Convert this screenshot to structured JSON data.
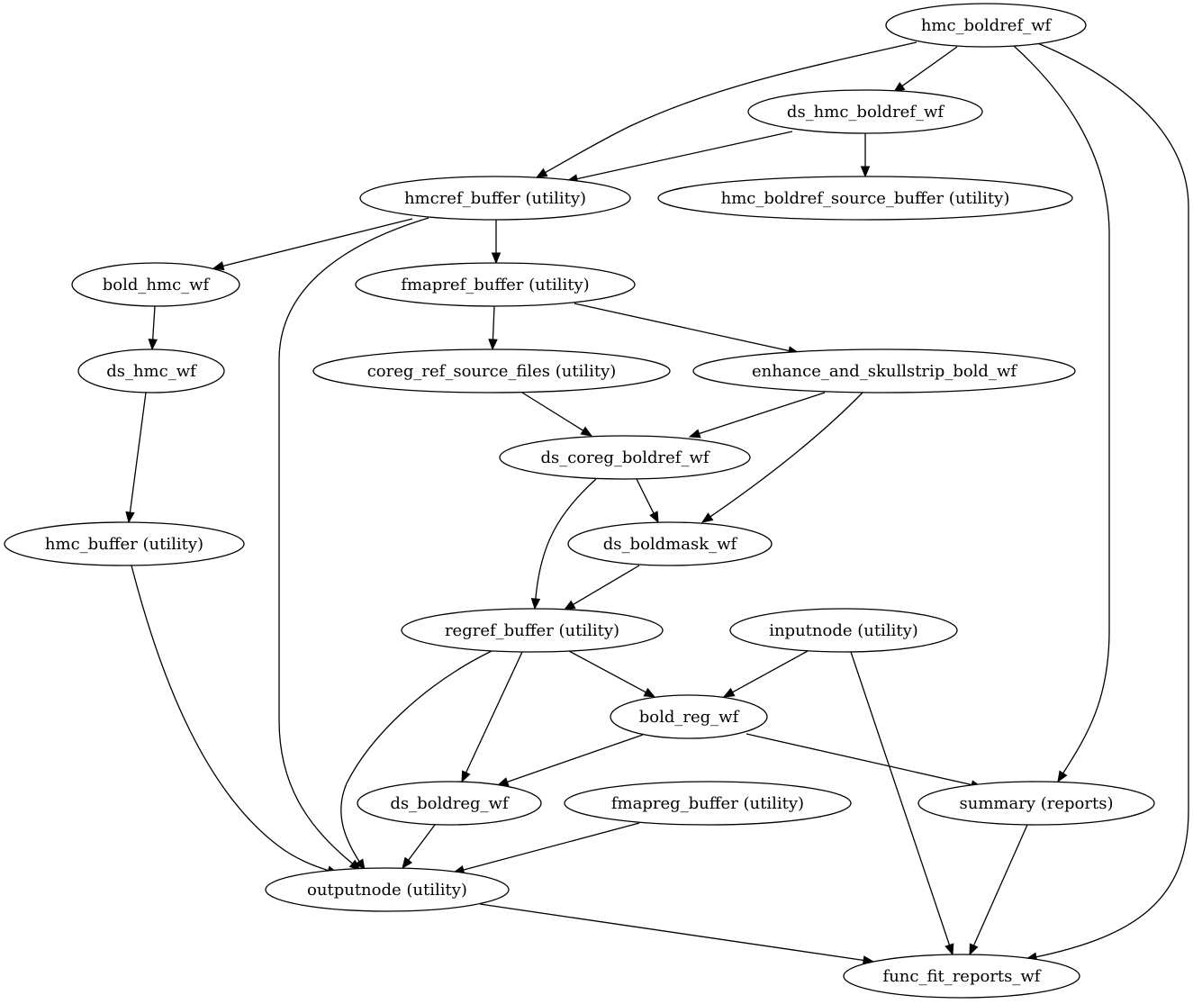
{
  "graph": {
    "nodes": [
      {
        "id": "hmc_boldref_wf",
        "label": "hmc_boldref_wf"
      },
      {
        "id": "ds_hmc_boldref_wf",
        "label": "ds_hmc_boldref_wf"
      },
      {
        "id": "hmcref_buffer",
        "label": "hmcref_buffer (utility)"
      },
      {
        "id": "hmc_boldref_source_buffer",
        "label": "hmc_boldref_source_buffer (utility)"
      },
      {
        "id": "bold_hmc_wf",
        "label": "bold_hmc_wf"
      },
      {
        "id": "fmapref_buffer",
        "label": "fmapref_buffer (utility)"
      },
      {
        "id": "ds_hmc_wf",
        "label": "ds_hmc_wf"
      },
      {
        "id": "coreg_ref_source_files",
        "label": "coreg_ref_source_files (utility)"
      },
      {
        "id": "enhance_and_skullstrip_bold_wf",
        "label": "enhance_and_skullstrip_bold_wf"
      },
      {
        "id": "ds_coreg_boldref_wf",
        "label": "ds_coreg_boldref_wf"
      },
      {
        "id": "hmc_buffer",
        "label": "hmc_buffer (utility)"
      },
      {
        "id": "ds_boldmask_wf",
        "label": "ds_boldmask_wf"
      },
      {
        "id": "regref_buffer",
        "label": "regref_buffer (utility)"
      },
      {
        "id": "inputnode",
        "label": "inputnode (utility)"
      },
      {
        "id": "bold_reg_wf",
        "label": "bold_reg_wf"
      },
      {
        "id": "ds_boldreg_wf",
        "label": "ds_boldreg_wf"
      },
      {
        "id": "fmapreg_buffer",
        "label": "fmapreg_buffer (utility)"
      },
      {
        "id": "summary",
        "label": "summary (reports)"
      },
      {
        "id": "outputnode",
        "label": "outputnode (utility)"
      },
      {
        "id": "func_fit_reports_wf",
        "label": "func_fit_reports_wf"
      }
    ],
    "edges": [
      {
        "from": "hmc_boldref_wf",
        "to": "ds_hmc_boldref_wf"
      },
      {
        "from": "hmc_boldref_wf",
        "to": "hmcref_buffer"
      },
      {
        "from": "hmc_boldref_wf",
        "to": "summary"
      },
      {
        "from": "hmc_boldref_wf",
        "to": "func_fit_reports_wf"
      },
      {
        "from": "ds_hmc_boldref_wf",
        "to": "hmcref_buffer"
      },
      {
        "from": "ds_hmc_boldref_wf",
        "to": "hmc_boldref_source_buffer"
      },
      {
        "from": "hmcref_buffer",
        "to": "bold_hmc_wf"
      },
      {
        "from": "hmcref_buffer",
        "to": "fmapref_buffer"
      },
      {
        "from": "hmcref_buffer",
        "to": "outputnode"
      },
      {
        "from": "bold_hmc_wf",
        "to": "ds_hmc_wf"
      },
      {
        "from": "ds_hmc_wf",
        "to": "hmc_buffer"
      },
      {
        "from": "fmapref_buffer",
        "to": "coreg_ref_source_files"
      },
      {
        "from": "fmapref_buffer",
        "to": "enhance_and_skullstrip_bold_wf"
      },
      {
        "from": "coreg_ref_source_files",
        "to": "ds_coreg_boldref_wf"
      },
      {
        "from": "enhance_and_skullstrip_bold_wf",
        "to": "ds_coreg_boldref_wf"
      },
      {
        "from": "enhance_and_skullstrip_bold_wf",
        "to": "ds_boldmask_wf"
      },
      {
        "from": "ds_coreg_boldref_wf",
        "to": "ds_boldmask_wf"
      },
      {
        "from": "ds_coreg_boldref_wf",
        "to": "regref_buffer"
      },
      {
        "from": "ds_boldmask_wf",
        "to": "regref_buffer"
      },
      {
        "from": "hmc_buffer",
        "to": "outputnode"
      },
      {
        "from": "regref_buffer",
        "to": "bold_reg_wf"
      },
      {
        "from": "regref_buffer",
        "to": "ds_boldreg_wf"
      },
      {
        "from": "regref_buffer",
        "to": "outputnode"
      },
      {
        "from": "inputnode",
        "to": "bold_reg_wf"
      },
      {
        "from": "inputnode",
        "to": "func_fit_reports_wf"
      },
      {
        "from": "bold_reg_wf",
        "to": "ds_boldreg_wf"
      },
      {
        "from": "bold_reg_wf",
        "to": "summary"
      },
      {
        "from": "ds_boldreg_wf",
        "to": "outputnode"
      },
      {
        "from": "fmapreg_buffer",
        "to": "outputnode"
      },
      {
        "from": "summary",
        "to": "func_fit_reports_wf"
      },
      {
        "from": "outputnode",
        "to": "func_fit_reports_wf"
      }
    ]
  }
}
